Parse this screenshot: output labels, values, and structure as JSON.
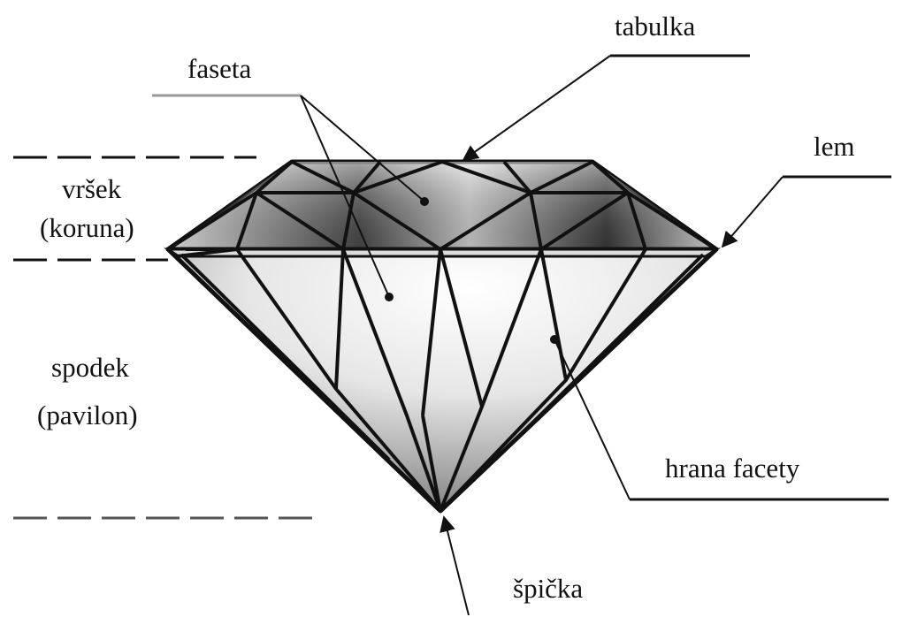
{
  "labels": {
    "tabulka": "tabulka",
    "faseta": "faseta",
    "lem": "lem",
    "vrsek": "vršek",
    "koruna": "(koruna)",
    "spodek": "spodek",
    "pavilon": "(pavilon)",
    "hrana_facety": "hrana facety",
    "spicka": "špička"
  },
  "colors": {
    "stroke": "#111111",
    "crown_dark": "#2a2a2a",
    "crown_light": "#f2f2f2",
    "pavilion_light": "#ffffff",
    "pavilion_mid": "#9a9a9a"
  }
}
